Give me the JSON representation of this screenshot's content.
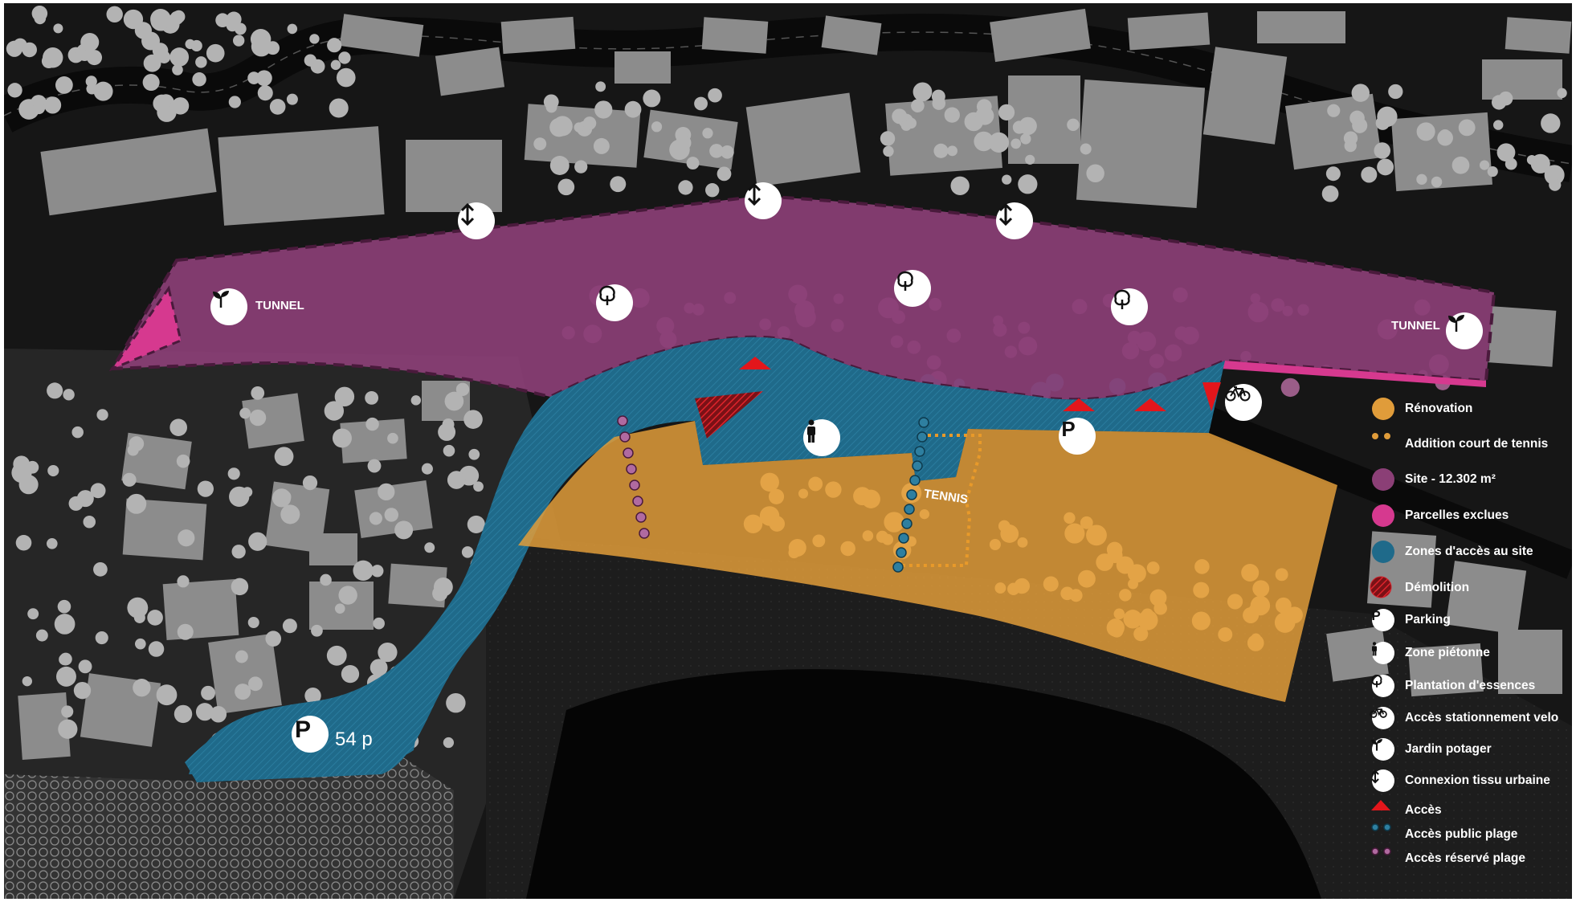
{
  "map": {
    "labels": {
      "tunnel_west": "TUNNEL",
      "tunnel_east": "TUNNEL",
      "tennis": "TENNIS",
      "parking_capacity": "54 p"
    },
    "colors": {
      "background": "#121212",
      "buildings": "#8c8c8c",
      "trees": "#b3b3b3",
      "site": "#8b3f76",
      "excluded_parcels": "#d6398f",
      "access_zones": "#1f6a8a",
      "renovation": "#e09c3a",
      "demolition": "#d0202a",
      "access_marker": "#e3161b",
      "public_beach_dots": "#2e7fa0",
      "reserved_beach_dots": "#b06aa0"
    }
  },
  "legend": {
    "renovation": "Rénovation",
    "tennis_addition": "Addition court de tennis",
    "site": "Site - 12.302 m²",
    "excluded": "Parcelles exclues",
    "access_zones": "Zones d'accès au site",
    "demolition": "Démolition",
    "parking": "Parking",
    "pedestrian": "Zone piétonne",
    "planting": "Plantation d'essences",
    "bike": "Accès stationnement velo",
    "garden": "Jardin potager",
    "connection": "Connexion tissu urbaine",
    "access": "Accès",
    "public_beach": "Accès public plage",
    "reserved_beach": "Accès réservé plage"
  }
}
